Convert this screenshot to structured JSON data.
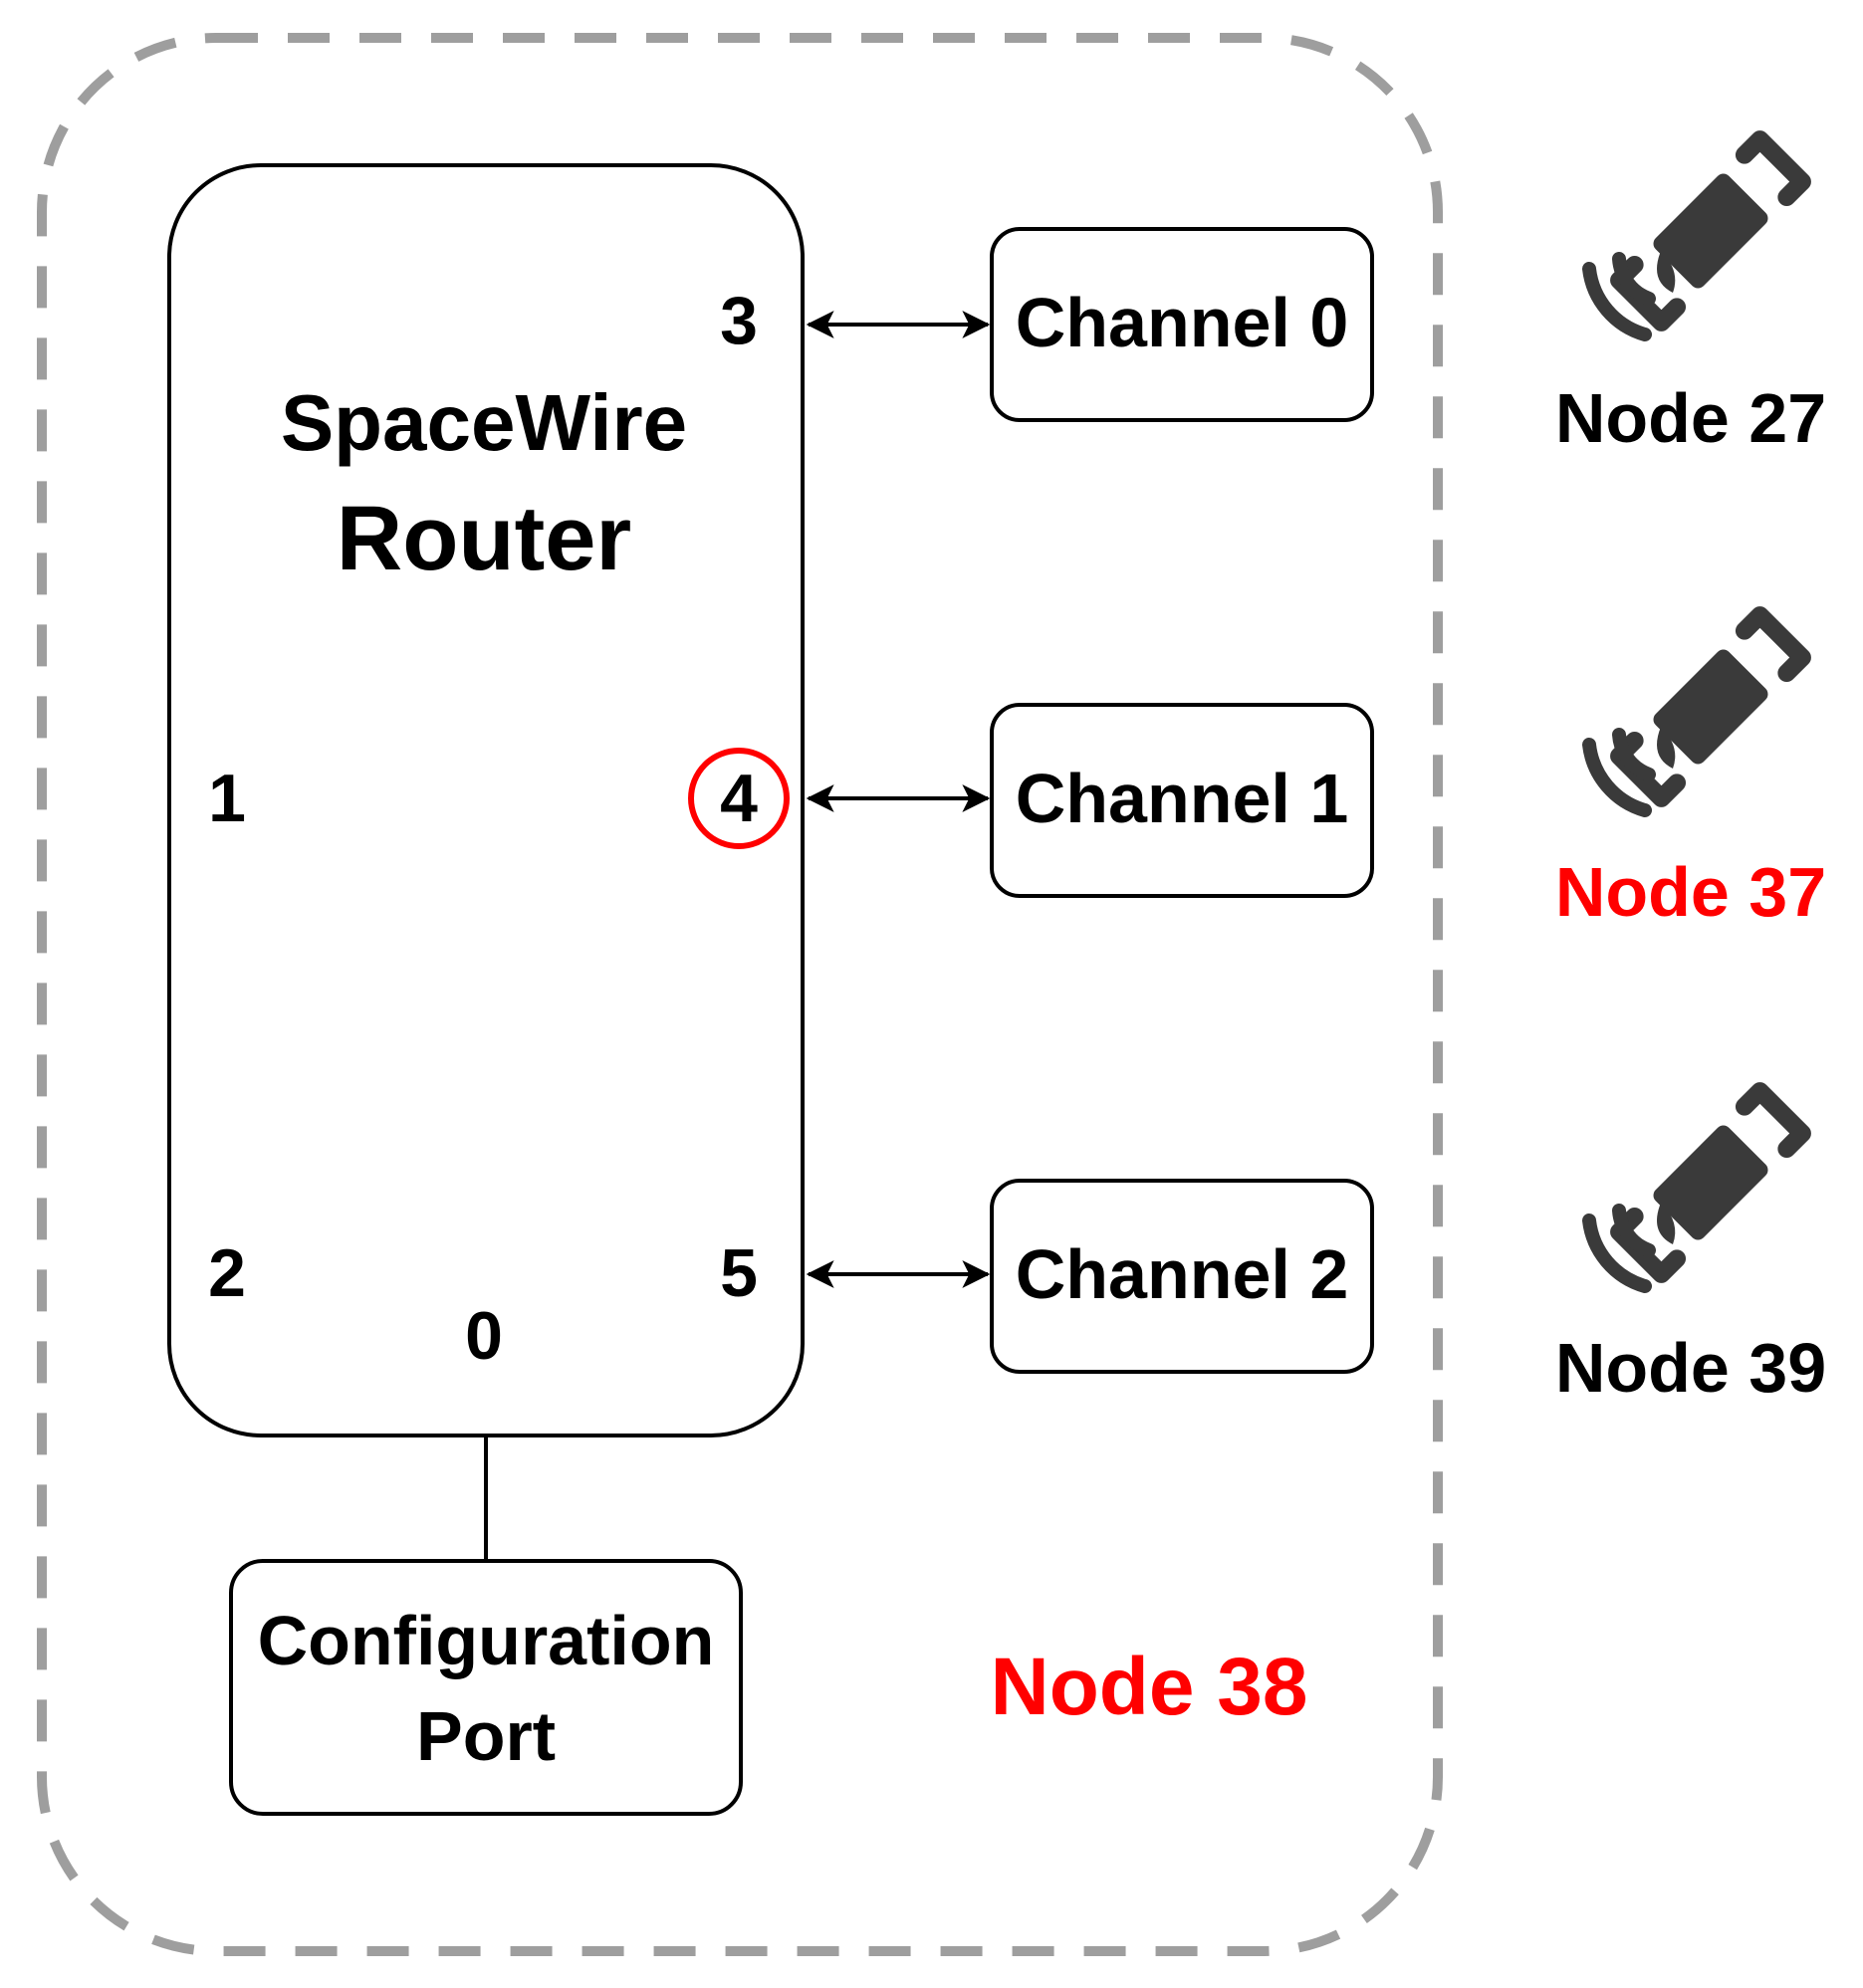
{
  "colors": {
    "highlight": "#ff0000",
    "outline": "#000000",
    "boundary_dash": "#9e9e9e",
    "satellite_icon": "#3a3a3a"
  },
  "boundary": {
    "node_label": "Node 38"
  },
  "router": {
    "title_line1": "SpaceWire",
    "title_line2": "Router",
    "ports": {
      "p0": "0",
      "p1": "1",
      "p2": "2",
      "p3": "3",
      "p4": "4",
      "p5": "5"
    },
    "highlighted_port": "4"
  },
  "config_port": {
    "line1": "Configuration",
    "line2": "Port"
  },
  "channels": [
    {
      "label": "Channel 0"
    },
    {
      "label": "Channel 1"
    },
    {
      "label": "Channel 2"
    }
  ],
  "nodes": [
    {
      "label": "Node 27",
      "icon": "satellite-icon",
      "highlighted": false
    },
    {
      "label": "Node 37",
      "icon": "satellite-icon",
      "highlighted": true
    },
    {
      "label": "Node 39",
      "icon": "satellite-icon",
      "highlighted": false
    }
  ]
}
